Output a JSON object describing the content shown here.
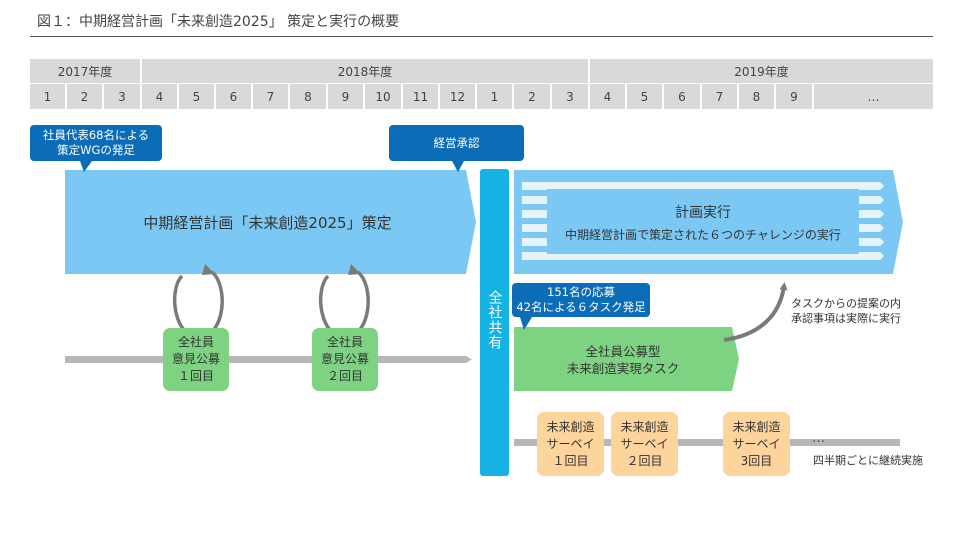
{
  "title": "図１：中期経営計画「未来創造2025」 策定と実行の概要",
  "timeline": {
    "years": [
      "2017年度",
      "2018年度",
      "2019年度"
    ],
    "months": [
      "1",
      "2",
      "3",
      "4",
      "5",
      "6",
      "7",
      "8",
      "9",
      "10",
      "11",
      "12",
      "1",
      "2",
      "3",
      "4",
      "5",
      "6",
      "7",
      "8",
      "9",
      "…"
    ]
  },
  "callouts": {
    "wg": [
      "社員代表68名による",
      "策定WGの発足"
    ],
    "approval": "経営承認",
    "task": [
      "151名の応募",
      "42名による６タスク発足"
    ]
  },
  "strategy_arrow": "中期経営計画「未来創造2025」策定",
  "share_bar": "全社共有",
  "execution": {
    "title": "計画実行",
    "subtitle": "中期経営計画で策定された６つのチャレンジの実行"
  },
  "opinion_pills": [
    [
      "全社員",
      "意見公募",
      "１回目"
    ],
    [
      "全社員",
      "意見公募",
      "２回目"
    ]
  ],
  "task_arrow": [
    "全社員公募型",
    "未来創造実現タスク"
  ],
  "task_note": [
    "タスクからの提案の内",
    "承認事項は実際に実行"
  ],
  "surveys": [
    [
      "未来創造",
      "サーベイ",
      "１回目"
    ],
    [
      "未来創造",
      "サーベイ",
      "２回目"
    ],
    [
      "未来創造",
      "サーベイ",
      "3回目"
    ]
  ],
  "survey_ellipsis": "…",
  "survey_note": "四半期ごとに継続実施",
  "colors": {
    "header_gray": "#d9d9d9",
    "light_blue": "#7cc8f4",
    "cyan": "#15b2e4",
    "dark_blue": "#0b6db7",
    "green": "#7ed383",
    "orange": "#fcd49c",
    "gray": "#b7b7b7"
  }
}
